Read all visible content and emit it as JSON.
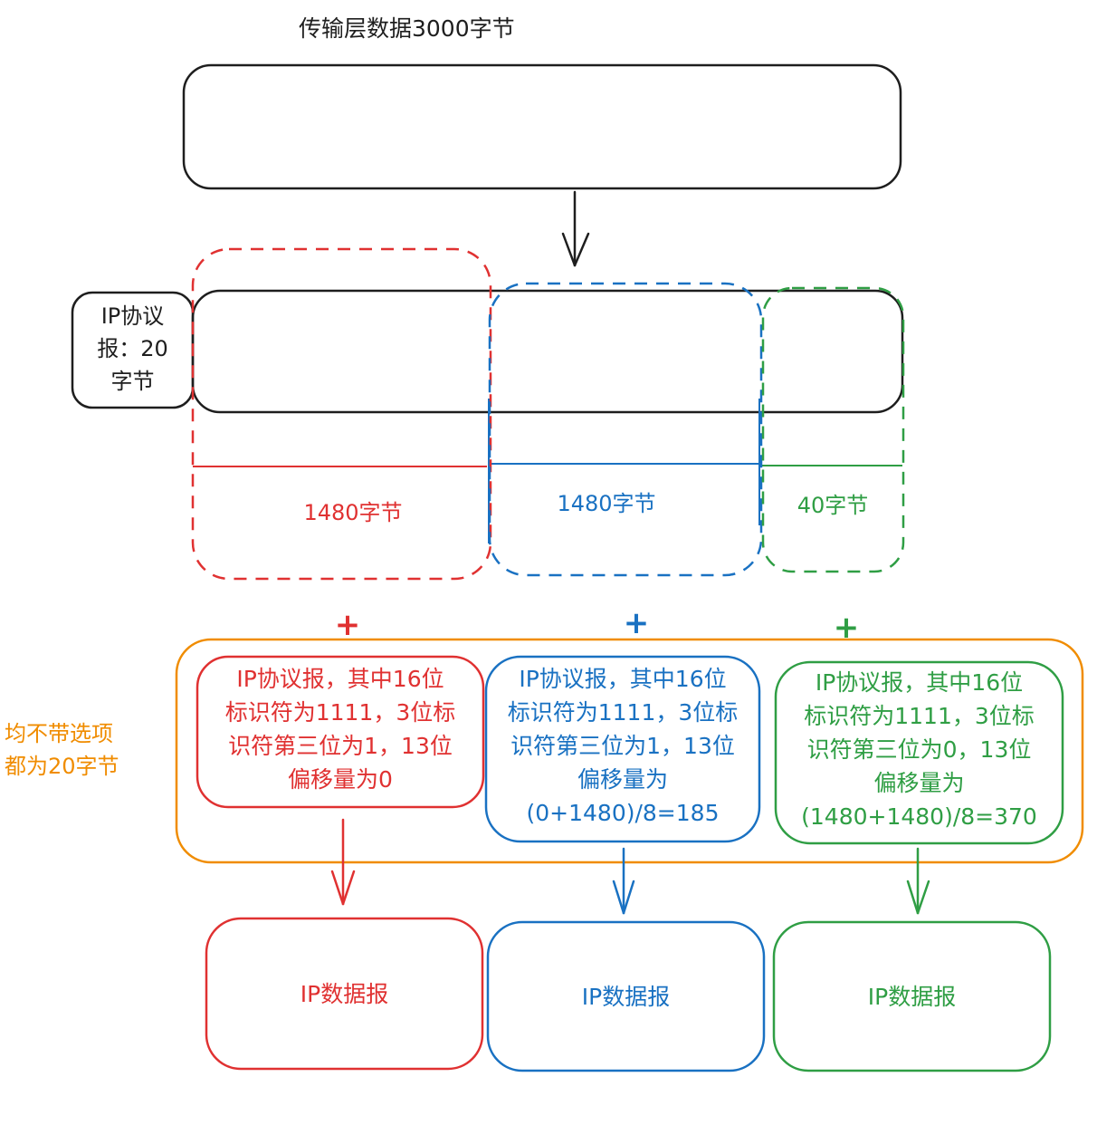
{
  "title": "传输层数据3000字节",
  "ip_header_label": "IP协议\n报：20\n字节",
  "segments": [
    {
      "label": "1480字节",
      "color": "#e03131"
    },
    {
      "label": "1480字节",
      "color": "#1971c2"
    },
    {
      "label": "40字节",
      "color": "#2f9e44"
    }
  ],
  "plus_signs": [
    "+",
    "+",
    "+"
  ],
  "note": "均不带选项\n都为20字节",
  "note_color": "#f08c00",
  "headers": [
    {
      "text": "IP协议报，其中16位\n标识符为1111，3位标\n识符第三位为1，13位\n偏移量为0",
      "color": "#e03131"
    },
    {
      "text": "IP协议报，其中16位\n标识符为1111，3位标\n识符第三位为1，13位\n偏移量为\n(0+1480)/8=185",
      "color": "#1971c2"
    },
    {
      "text": "IP协议报，其中16位\n标识符为1111，3位标\n识符第三位为0，13位\n偏移量为\n(1480+1480)/8=370",
      "color": "#2f9e44"
    }
  ],
  "datagrams": [
    {
      "label": "IP数据报",
      "color": "#e03131"
    },
    {
      "label": "IP数据报",
      "color": "#1971c2"
    },
    {
      "label": "IP数据报",
      "color": "#2f9e44"
    }
  ]
}
